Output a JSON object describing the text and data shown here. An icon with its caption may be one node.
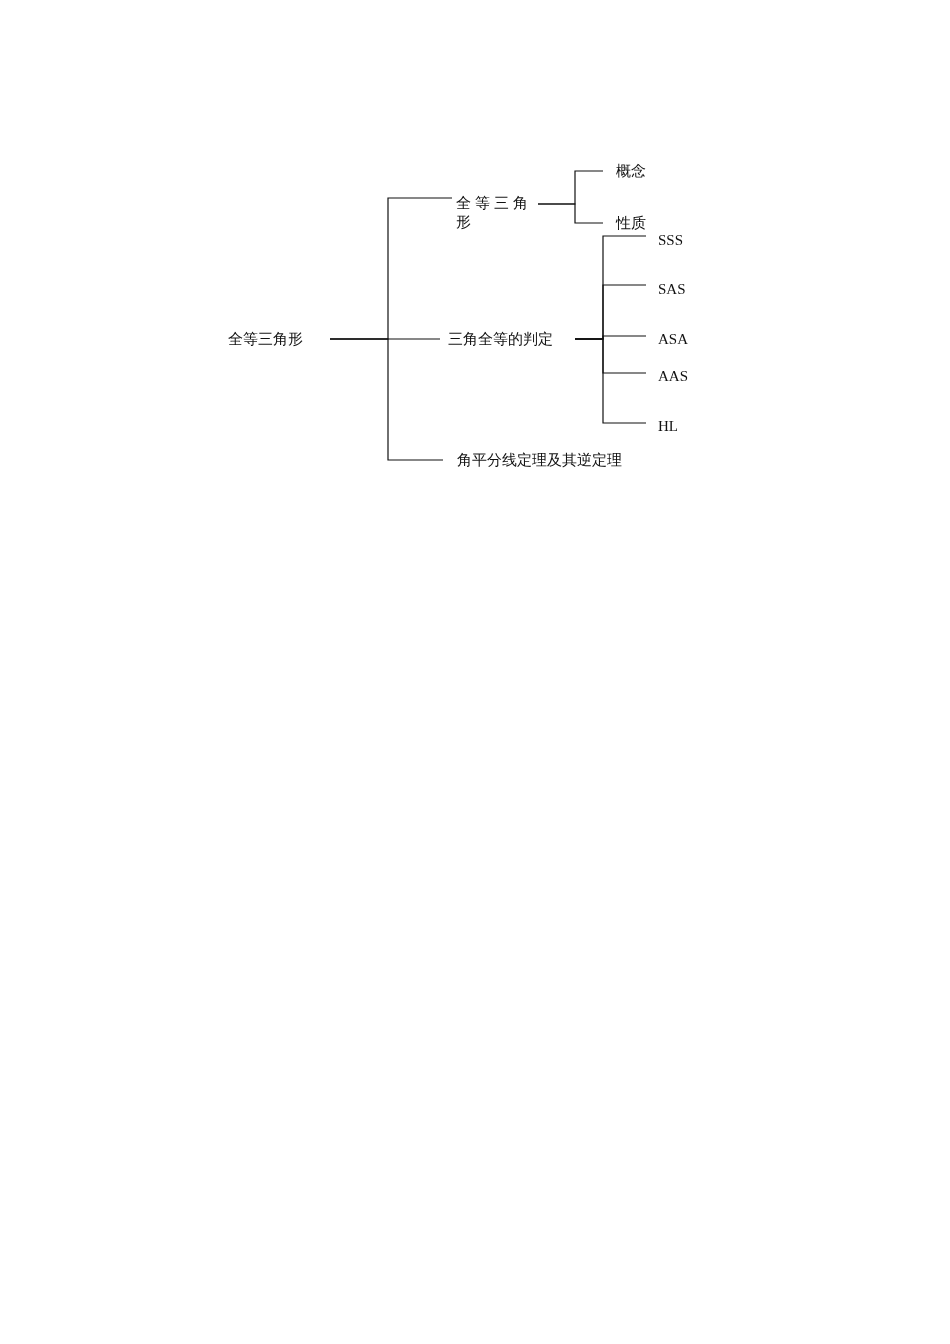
{
  "diagram": {
    "nodes": [
      {
        "text": [
          "全等三角形"
        ]
      },
      {
        "text": [
          "全等三角形"
        ]
      },
      {
        "text": [
          "概念"
        ]
      },
      {
        "text": [
          "性质"
        ]
      },
      {
        "text": [
          "三角全等的判定"
        ]
      },
      {
        "text": [
          "SSS"
        ]
      },
      {
        "text": [
          "SAS"
        ]
      },
      {
        "text": [
          "ASA"
        ]
      },
      {
        "text": [
          "AAS"
        ]
      },
      {
        "text": [
          "HL"
        ]
      },
      {
        "text": [
          "角平分线定理及其逆定理"
        ]
      }
    ],
    "edges": [
      {
        "from": 0,
        "to": 1,
        "arrow": "none"
      },
      {
        "from": 0,
        "to": 4,
        "arrow": "none"
      },
      {
        "from": 0,
        "to": 10,
        "arrow": "none"
      },
      {
        "from": 1,
        "to": 2,
        "arrow": "none"
      },
      {
        "from": 1,
        "to": 3,
        "arrow": "none"
      },
      {
        "from": 4,
        "to": 5,
        "arrow": "none"
      },
      {
        "from": 4,
        "to": 6,
        "arrow": "none"
      },
      {
        "from": 4,
        "to": 7,
        "arrow": "none"
      },
      {
        "from": 4,
        "to": 8,
        "arrow": "none"
      },
      {
        "from": 4,
        "to": 9,
        "arrow": "none"
      }
    ]
  }
}
